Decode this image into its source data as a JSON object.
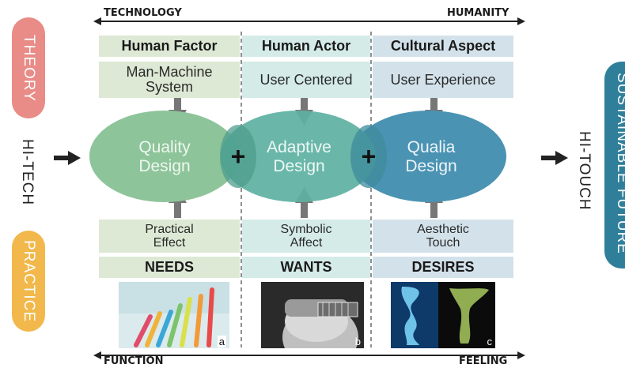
{
  "top_axis": {
    "left": "TECHNOLOGY",
    "right": "HUMANITY"
  },
  "bottom_axis": {
    "left": "FUNCTION",
    "right": "FEELING"
  },
  "left_pills": {
    "theory": "THEORY",
    "practice": "PRACTICE"
  },
  "left_label": "HI-TECH",
  "right_label": "HI-TOUCH",
  "right_pill": "SUSTAINABLE FUTURE",
  "columns": [
    {
      "header": "Human Factor",
      "theory": [
        "Man-Machine",
        "System"
      ],
      "design": [
        "Quality",
        "Design"
      ],
      "practice": [
        "Practical",
        "Effect"
      ],
      "need": "NEEDS",
      "photo_letter": "a",
      "color": "#8ec49a"
    },
    {
      "header": "Human Actor",
      "theory": [
        "User Centered"
      ],
      "design": [
        "Adaptive",
        "Design"
      ],
      "practice": [
        "Symbolic",
        "Affect"
      ],
      "need": "WANTS",
      "photo_letter": "b",
      "color": "#5fb1a3"
    },
    {
      "header": "Cultural Aspect",
      "theory": [
        "User Experience"
      ],
      "design": [
        "Qualia",
        "Design"
      ],
      "practice": [
        "Aesthetic",
        "Touch"
      ],
      "need": "DESIRES",
      "photo_letter": "c",
      "color": "#4b93b3"
    }
  ],
  "plus_signs": [
    "+",
    "+"
  ],
  "colors": {
    "theory_pill": "#e98b87",
    "practice_pill": "#f2b84b",
    "future_pill": "#2f7f9b",
    "col1_bg": "#dde9d5",
    "col2_bg": "#d4ebe7",
    "col3_bg": "#d3e2ea"
  }
}
